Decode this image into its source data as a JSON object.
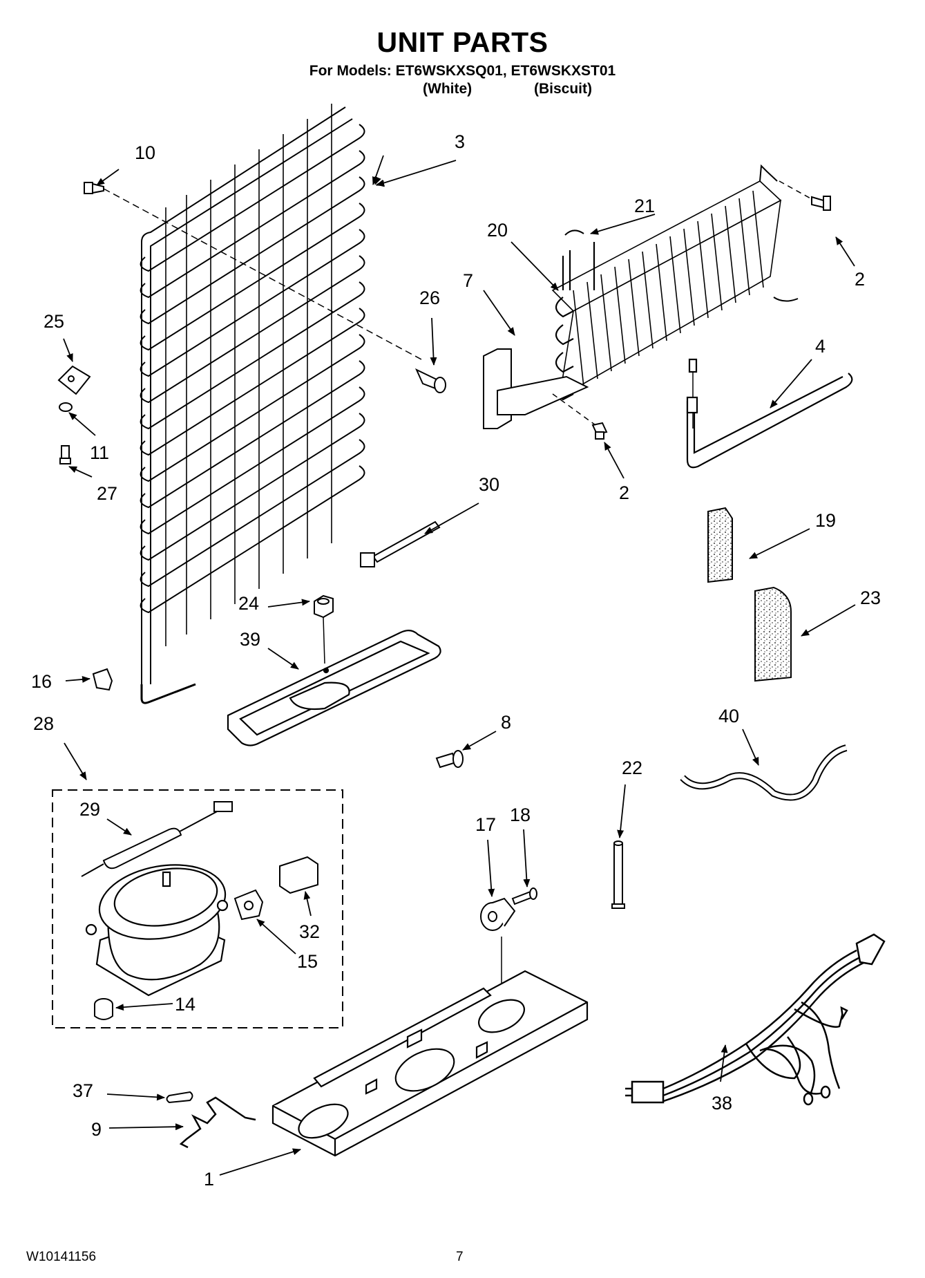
{
  "header": {
    "title": "UNIT PARTS",
    "models_line": "For Models: ET6WSKXSQ01, ET6WSKXST01",
    "variant_1": "(White)",
    "variant_2": "(Biscuit)"
  },
  "footer": {
    "doc_number": "W10141156",
    "page_number": "7"
  },
  "callouts": {
    "c1": "1",
    "c2a": "2",
    "c2b": "2",
    "c3": "3",
    "c4": "4",
    "c7": "7",
    "c8": "8",
    "c9": "9",
    "c10": "10",
    "c11": "11",
    "c14": "14",
    "c15": "15",
    "c16": "16",
    "c17": "17",
    "c18": "18",
    "c19": "19",
    "c20": "20",
    "c21": "21",
    "c22": "22",
    "c23": "23",
    "c24": "24",
    "c25": "25",
    "c26": "26",
    "c27": "27",
    "c28": "28",
    "c29": "29",
    "c30": "30",
    "c32": "32",
    "c37": "37",
    "c38": "38",
    "c39": "39",
    "c40": "40"
  }
}
